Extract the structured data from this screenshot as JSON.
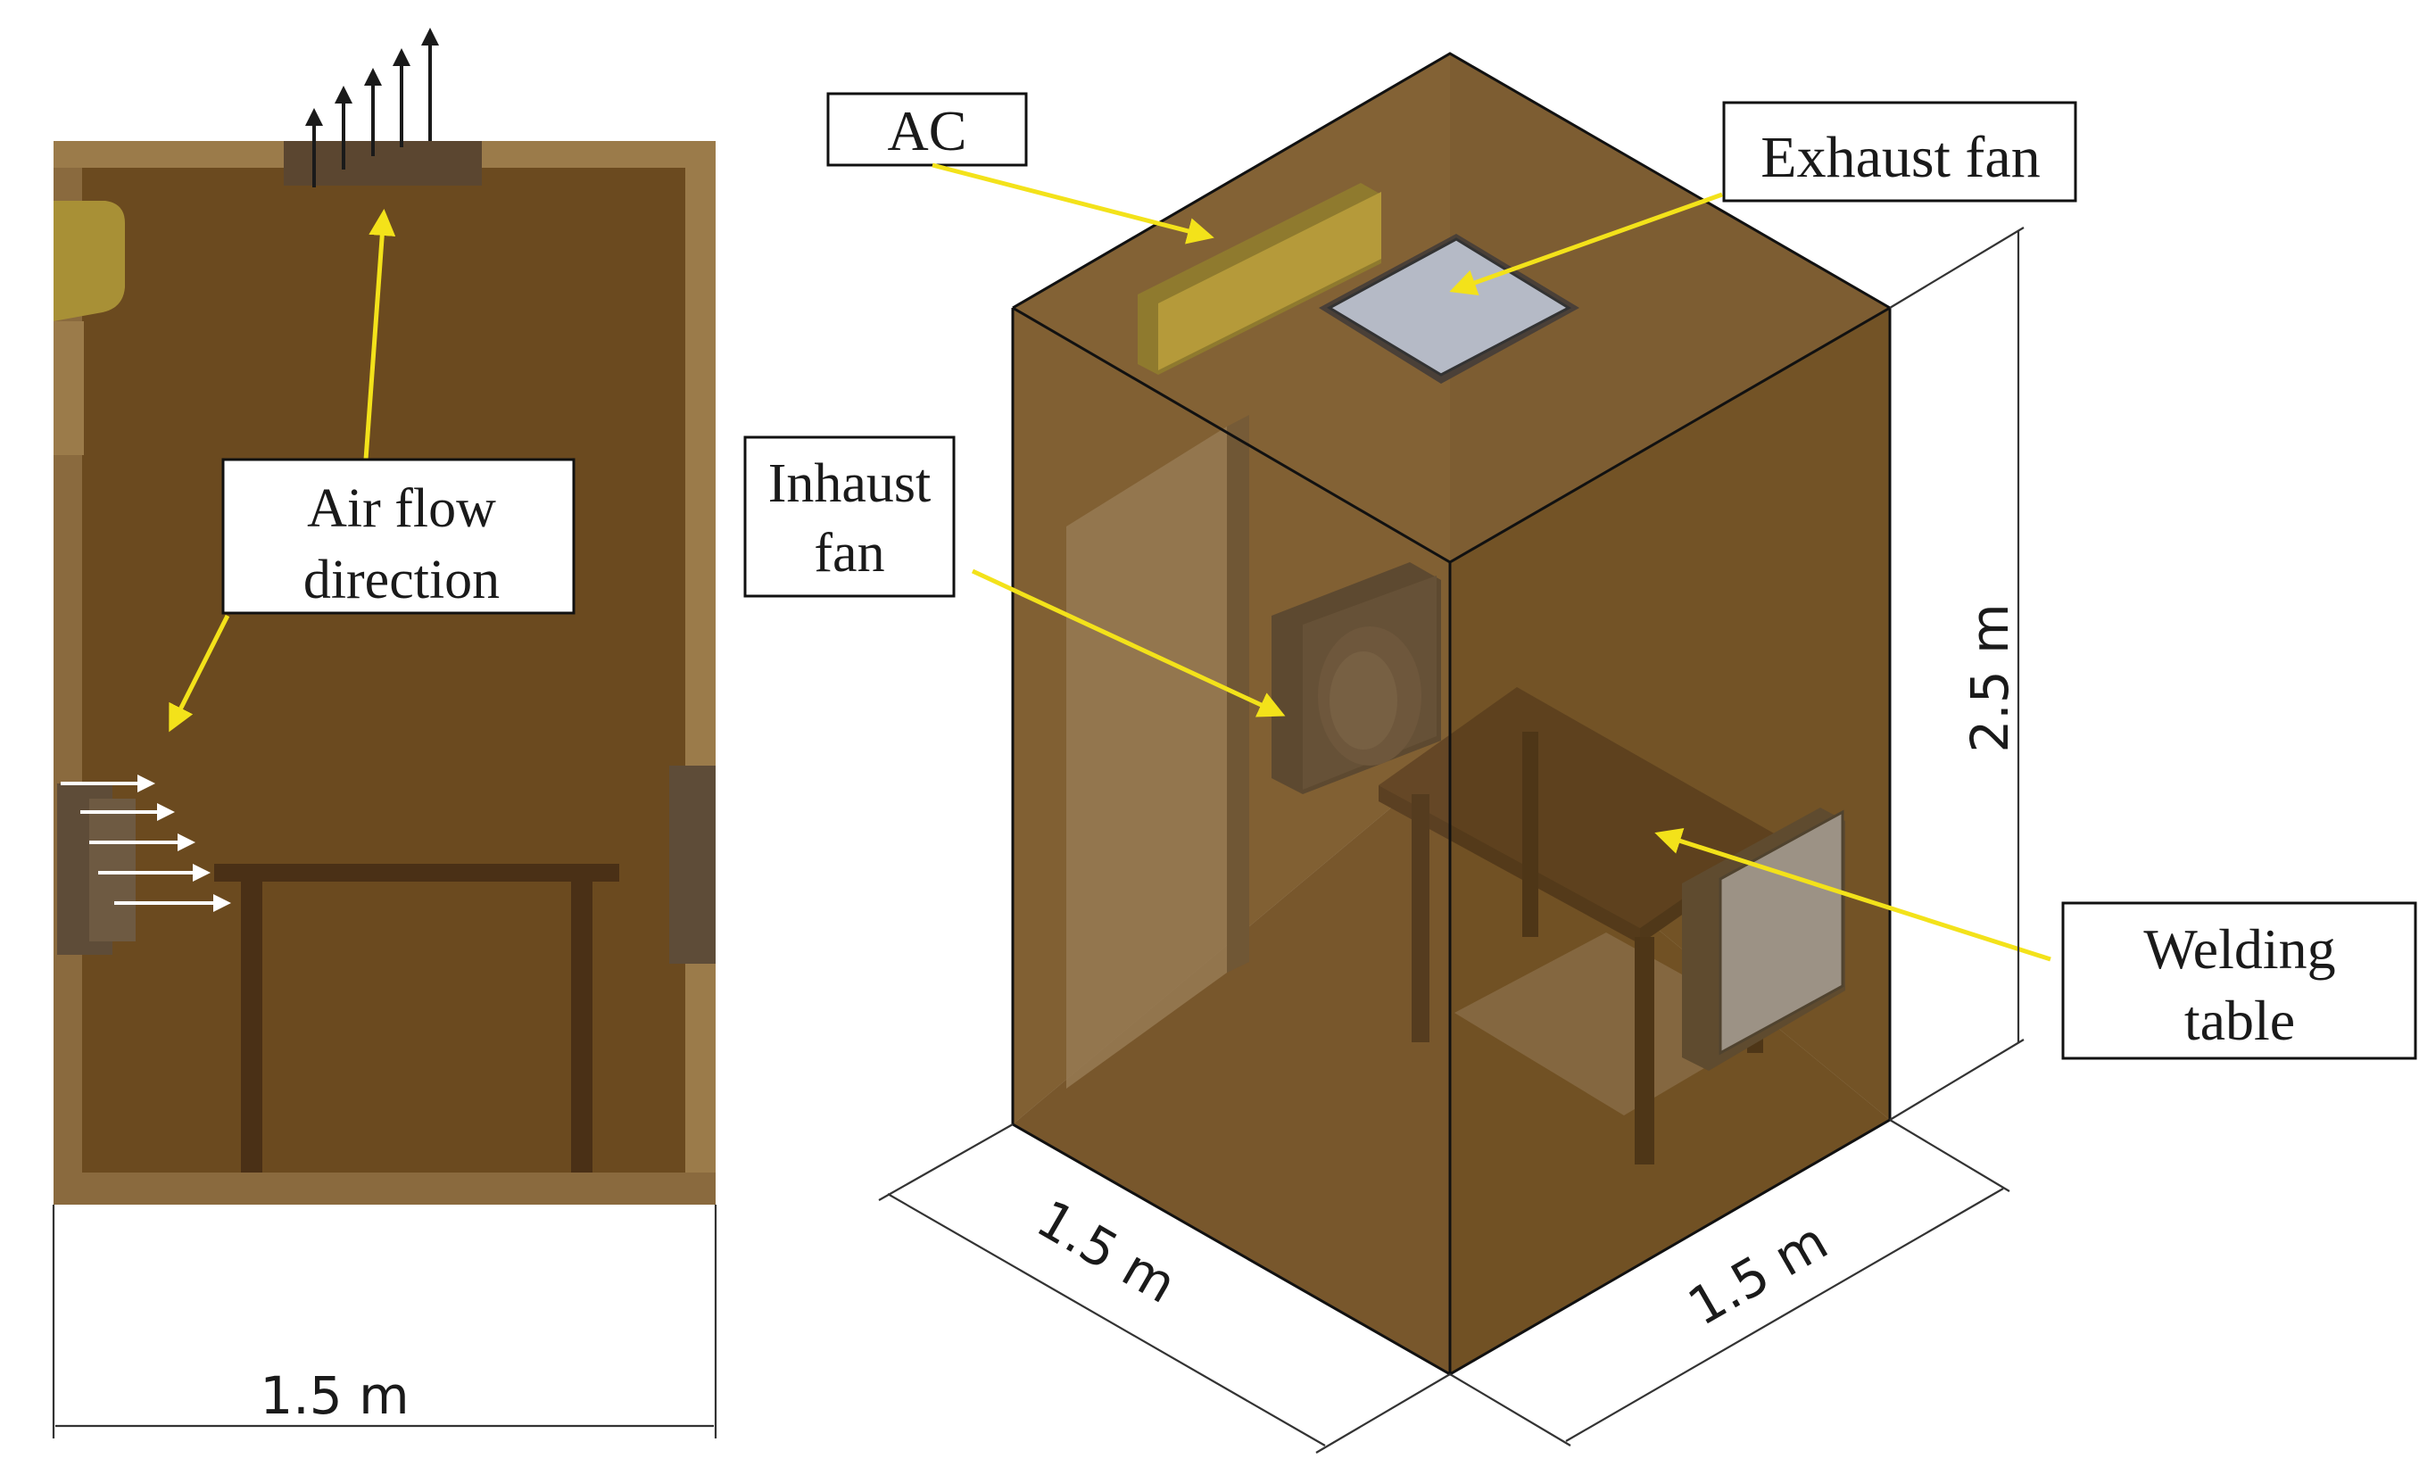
{
  "labels": {
    "air_flow_line1": "Air flow",
    "air_flow_line2": "direction",
    "ac": "AC",
    "exhaust_fan": "Exhaust fan",
    "inhaust_line1": "Inhaust",
    "inhaust_line2": "fan",
    "welding_line1": "Welding",
    "welding_line2": "table"
  },
  "dimensions": {
    "plan_width": "1.5 m",
    "iso_depth": "1.5 m",
    "iso_width": "1.5 m",
    "iso_height": "2.5 m"
  },
  "colors": {
    "wall": "#8a6a3e",
    "floor": "#6b4a1f",
    "inner_wall": "#7a5a2c",
    "table": "#4a3016",
    "fan_face": "#b5bac6",
    "fan_body": "#4d4032",
    "ac_unit": "#b59a3a",
    "pointer": "#f3e21a"
  }
}
